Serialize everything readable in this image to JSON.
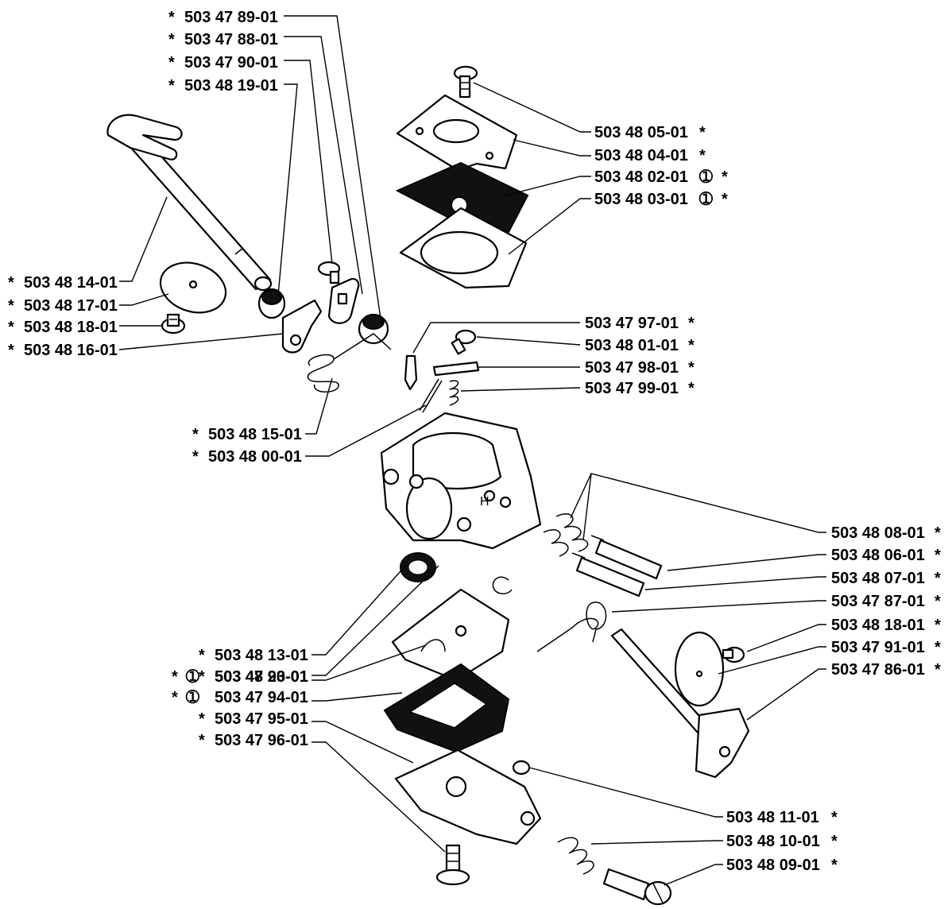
{
  "callouts": [
    {
      "part": "503 47 89-01",
      "star": "*",
      "note": ""
    },
    {
      "part": "503 47 88-01",
      "star": "*",
      "note": ""
    },
    {
      "part": "503 47 90-01",
      "star": "*",
      "note": ""
    },
    {
      "part": "503 48 19-01",
      "star": "*",
      "note": ""
    },
    {
      "part": "503 48 14-01",
      "star": "*",
      "note": ""
    },
    {
      "part": "503 48 17-01",
      "star": "*",
      "note": ""
    },
    {
      "part": "503 48 18-01",
      "star": "*",
      "note": ""
    },
    {
      "part": "503 48 16-01",
      "star": "*",
      "note": ""
    },
    {
      "part": "503 48 15-01",
      "star": "*",
      "note": ""
    },
    {
      "part": "503 48 00-01",
      "star": "*",
      "note": ""
    },
    {
      "part": "503 48 13-01",
      "star": "*",
      "note": ""
    },
    {
      "part": "503 48 20-01",
      "star": "*",
      "note": ""
    },
    {
      "part": "503 47 93-01",
      "star": "*",
      "note": "➀"
    },
    {
      "part": "503 47 94-01",
      "star": "*",
      "note": "➀"
    },
    {
      "part": "503 47 95-01",
      "star": "*",
      "note": ""
    },
    {
      "part": "503 47 96-01",
      "star": "*",
      "note": ""
    },
    {
      "part": "503 48 05-01",
      "star": "*",
      "note": ""
    },
    {
      "part": "503 48 04-01",
      "star": "*",
      "note": ""
    },
    {
      "part": "503 48 02-01",
      "star": "*",
      "note": "➀"
    },
    {
      "part": "503 48 03-01",
      "star": "*",
      "note": "➀"
    },
    {
      "part": "503 47 97-01",
      "star": "*",
      "note": ""
    },
    {
      "part": "503 48 01-01",
      "star": "*",
      "note": ""
    },
    {
      "part": "503 47 98-01",
      "star": "*",
      "note": ""
    },
    {
      "part": "503 47 99-01",
      "star": "*",
      "note": ""
    },
    {
      "part": "503 48 08-01",
      "star": "*",
      "note": ""
    },
    {
      "part": "503 48 06-01",
      "star": "*",
      "note": ""
    },
    {
      "part": "503 48 07-01",
      "star": "*",
      "note": ""
    },
    {
      "part": "503 47 87-01",
      "star": "*",
      "note": ""
    },
    {
      "part": "503 48 18-01",
      "star": "*",
      "note": ""
    },
    {
      "part": "503 47 91-01",
      "star": "*",
      "note": ""
    },
    {
      "part": "503 47 86-01",
      "star": "*",
      "note": ""
    },
    {
      "part": "503 48 11-01",
      "star": "*",
      "note": ""
    },
    {
      "part": "503 48 10-01",
      "star": "*",
      "note": ""
    },
    {
      "part": "503 48 09-01",
      "star": "*",
      "note": ""
    }
  ]
}
